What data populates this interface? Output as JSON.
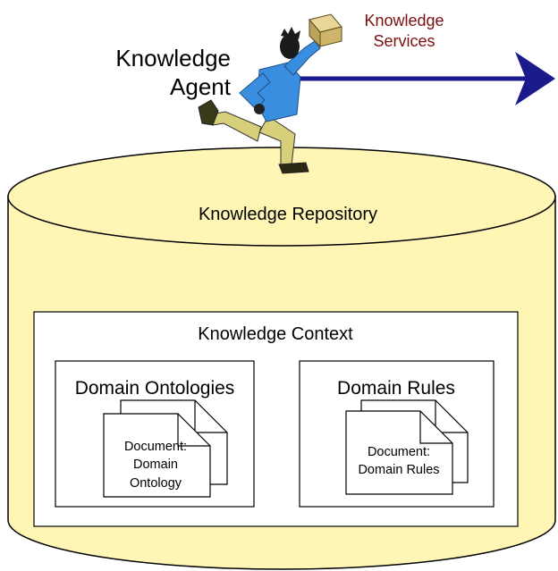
{
  "agent": {
    "label_line1": "Knowledge",
    "label_line2": "Agent"
  },
  "services": {
    "label_line1": "Knowledge",
    "label_line2": "Services",
    "color": "#7a1010",
    "arrow_color": "#1a1a8c"
  },
  "repository": {
    "label": "Knowledge Repository",
    "fill": "#fff5b4"
  },
  "context": {
    "label": "Knowledge Context"
  },
  "ontologies": {
    "title": "Domain Ontologies",
    "doc_line1": "Document:",
    "doc_line2": "Domain",
    "doc_line3": "Ontology"
  },
  "rules": {
    "title": "Domain Rules",
    "doc_line1": "Document:",
    "doc_line2": "Domain Rules"
  }
}
